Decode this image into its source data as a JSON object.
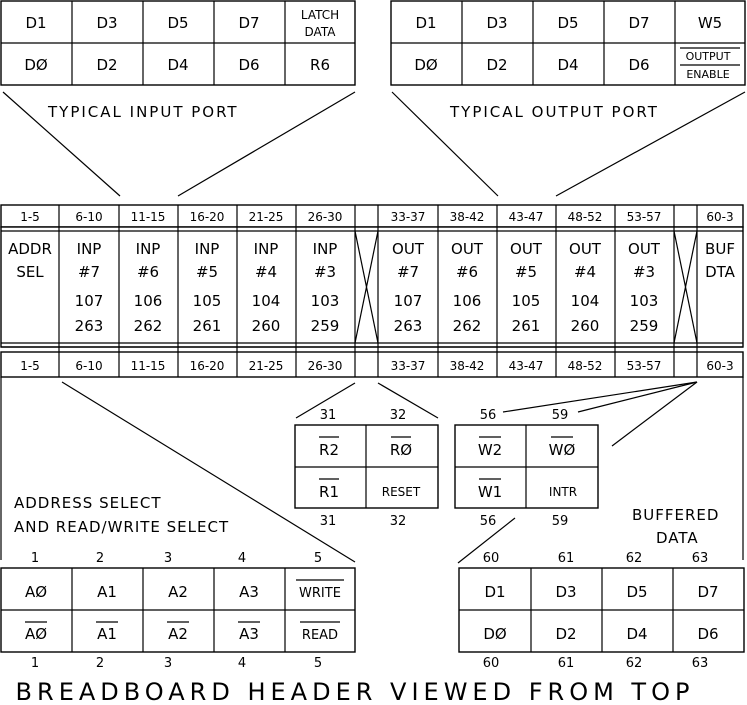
{
  "title": "BREADBOARD HEADER VIEWED FROM TOP",
  "input_port": {
    "label": "TYPICAL INPUT PORT",
    "top": [
      "D1",
      "D3",
      "D5",
      "D7",
      "LATCH",
      "DATA"
    ],
    "bottom": [
      "DØ",
      "D2",
      "D4",
      "D6",
      "R6"
    ]
  },
  "output_port": {
    "label": "TYPICAL OUTPUT PORT",
    "top": [
      "D1",
      "D3",
      "D5",
      "D7",
      "W5"
    ],
    "bottom": [
      "DØ",
      "D2",
      "D4",
      "D6"
    ],
    "enable_top": "OUTPUT",
    "enable_bottom": "ENABLE"
  },
  "header": {
    "ranges": [
      "1-5",
      "6-10",
      "11-15",
      "16-20",
      "21-25",
      "26-30",
      "",
      "33-37",
      "38-42",
      "43-47",
      "48-52",
      "53-57",
      "",
      "60-3"
    ],
    "addr_line1": "ADDR",
    "addr_line2": "SEL",
    "buf_line1": "BUF",
    "buf_line2": "DTA",
    "cols": [
      {
        "kind": "INP",
        "num": "#7",
        "a": "107",
        "b": "263"
      },
      {
        "kind": "INP",
        "num": "#6",
        "a": "106",
        "b": "262"
      },
      {
        "kind": "INP",
        "num": "#5",
        "a": "105",
        "b": "261"
      },
      {
        "kind": "INP",
        "num": "#4",
        "a": "104",
        "b": "260"
      },
      {
        "kind": "INP",
        "num": "#3",
        "a": "103",
        "b": "259"
      },
      {
        "kind": "OUT",
        "num": "#7",
        "a": "107",
        "b": "263"
      },
      {
        "kind": "OUT",
        "num": "#6",
        "a": "106",
        "b": "262"
      },
      {
        "kind": "OUT",
        "num": "#5",
        "a": "105",
        "b": "261"
      },
      {
        "kind": "OUT",
        "num": "#4",
        "a": "104",
        "b": "260"
      },
      {
        "kind": "OUT",
        "num": "#3",
        "a": "103",
        "b": "259"
      }
    ]
  },
  "read_box": {
    "top_pins": [
      "31",
      "32"
    ],
    "bottom_pins": [
      "31",
      "32"
    ],
    "cells": [
      "R2",
      "RØ",
      "R1",
      "RESET"
    ]
  },
  "write_box": {
    "top_pins": [
      "56",
      "59"
    ],
    "bottom_pins": [
      "56",
      "59"
    ],
    "cells": [
      "W2",
      "WØ",
      "W1",
      "INTR"
    ]
  },
  "address_select": {
    "label_line1": "ADDRESS SELECT",
    "label_line2": "AND READ/WRITE SELECT",
    "pins": [
      "1",
      "2",
      "3",
      "4",
      "5"
    ],
    "top": [
      "AØ",
      "A1",
      "A2",
      "A3",
      "WRITE"
    ],
    "bottom": [
      "AØ",
      "A1",
      "A2",
      "A3",
      "READ"
    ]
  },
  "buffered_data": {
    "label_line1": "BUFFERED",
    "label_line2": "DATA",
    "pins": [
      "60",
      "61",
      "62",
      "63"
    ],
    "top": [
      "D1",
      "D3",
      "D5",
      "D7"
    ],
    "bottom": [
      "DØ",
      "D2",
      "D4",
      "D6"
    ]
  }
}
